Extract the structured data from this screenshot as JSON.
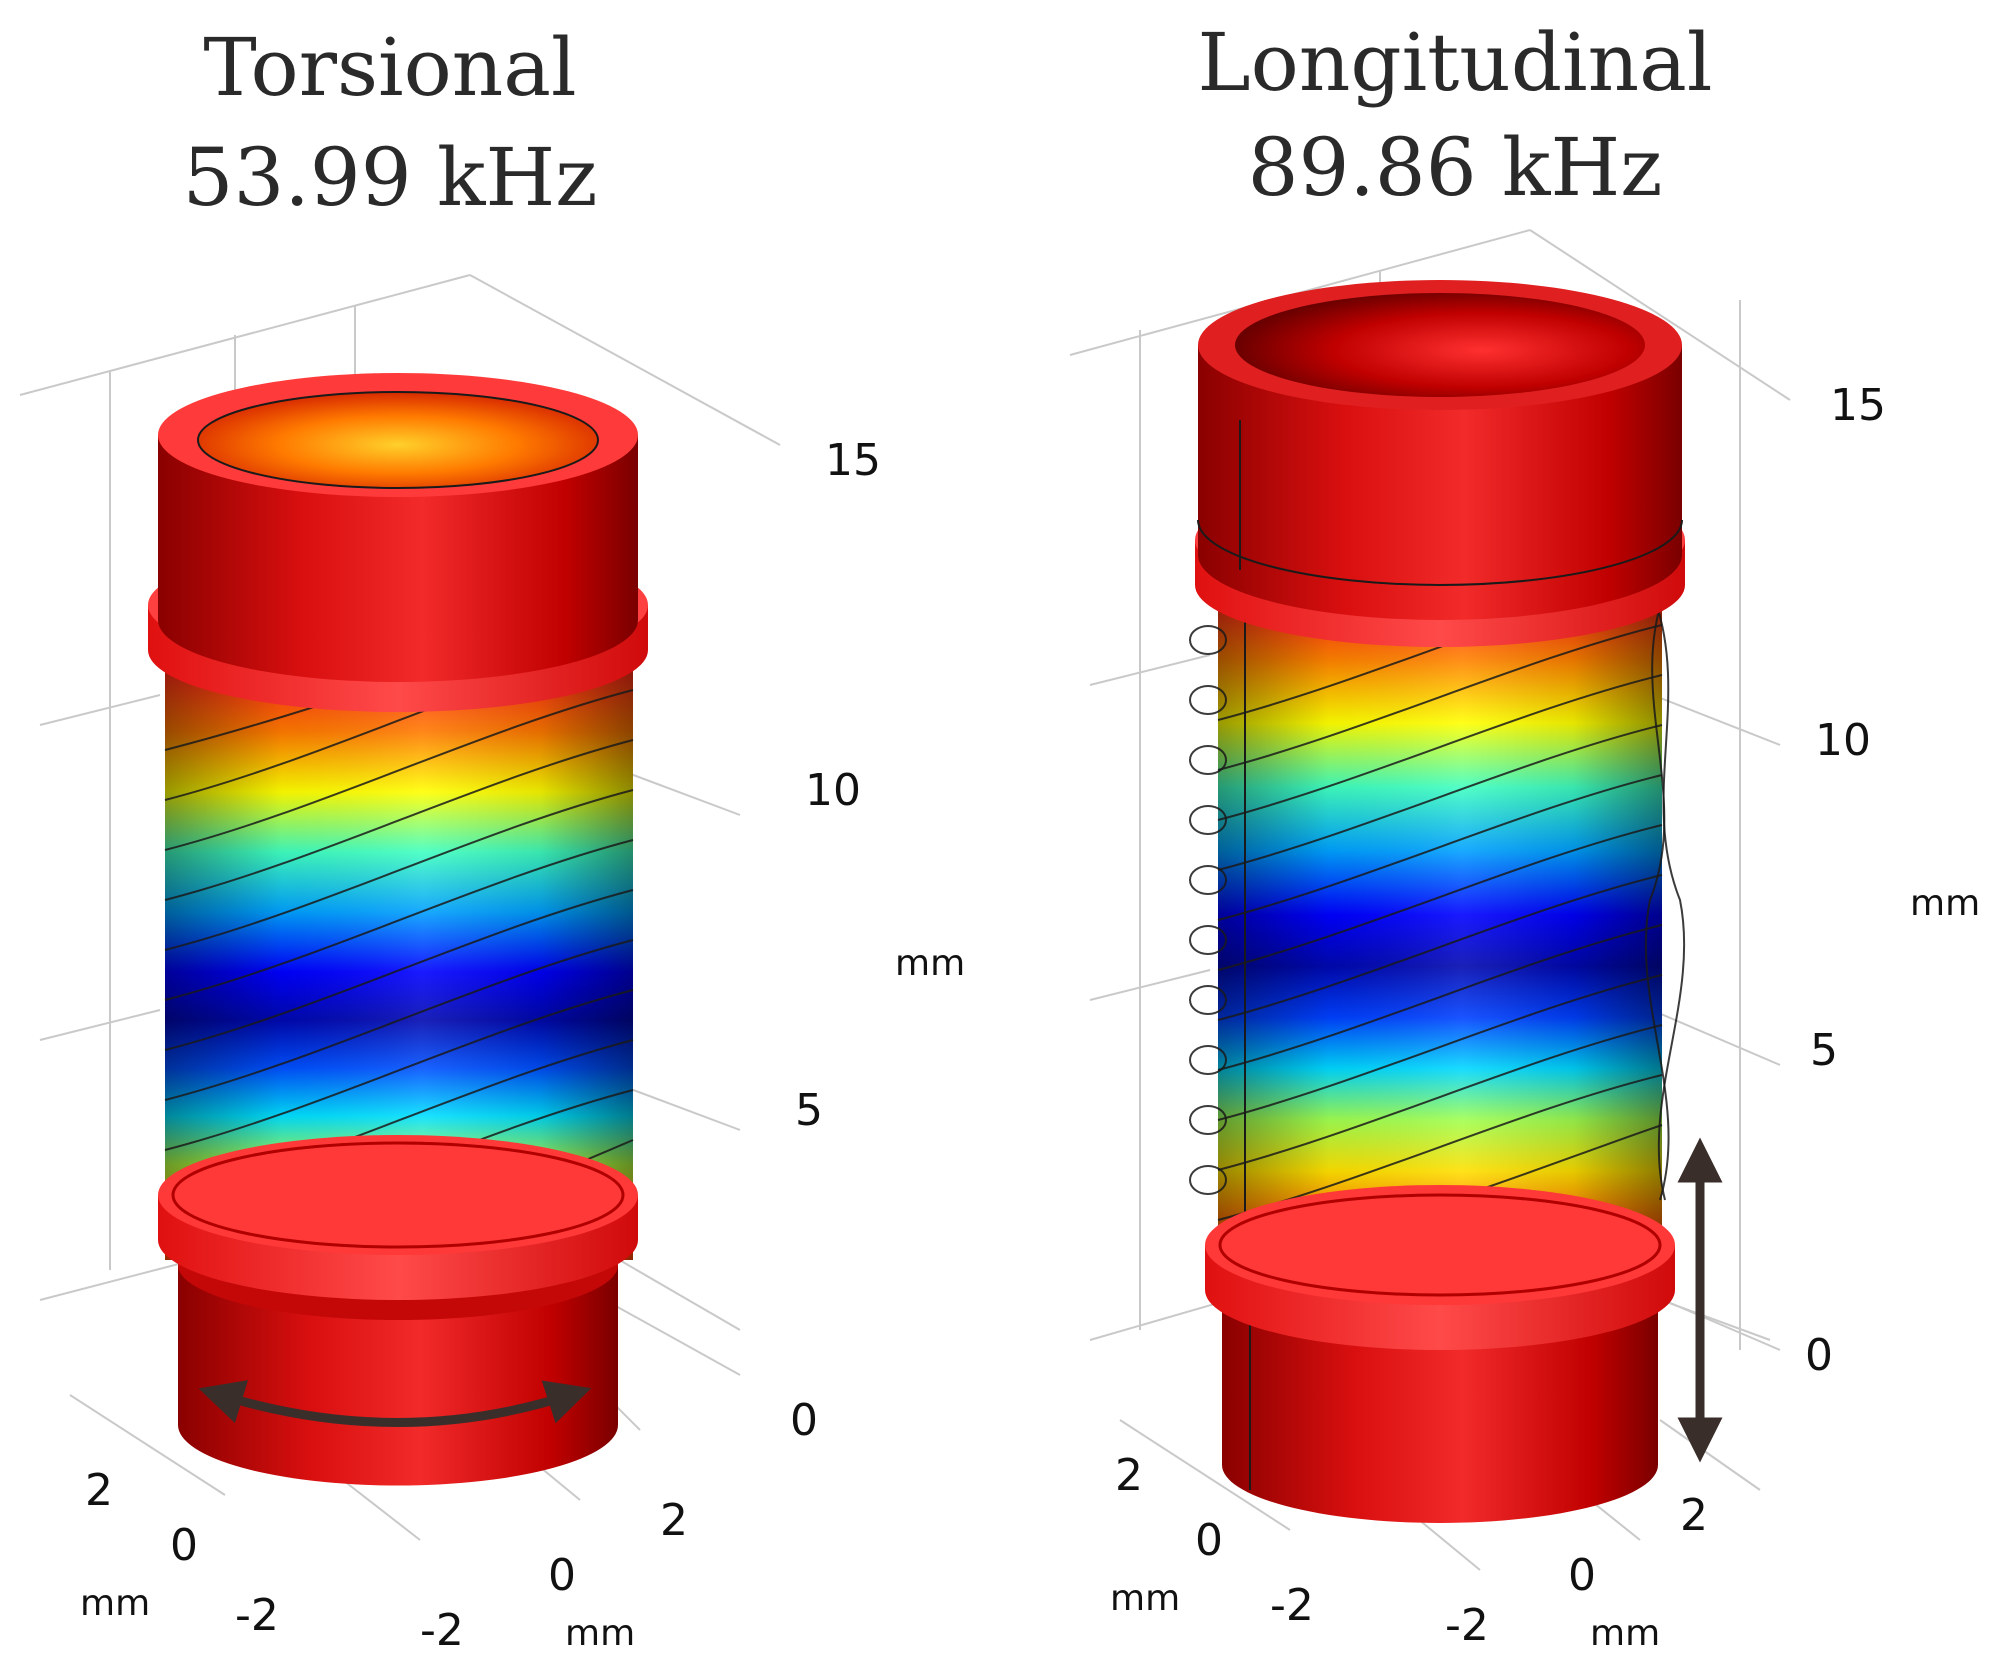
{
  "colors": {
    "arrow": "#3a2e2b",
    "grid": "#c9c9c9",
    "colormap": [
      "#00008f",
      "#0000ff",
      "#00c0ff",
      "#40ffc0",
      "#ffff00",
      "#ff9000",
      "#ff1a1a",
      "#a00000"
    ]
  },
  "panels": [
    {
      "mode": "Torsional",
      "frequency": "53.99 kHz",
      "z_ticks": [
        "15",
        "10",
        "5",
        "0"
      ],
      "z_unit": "mm",
      "x_ticks": [
        "2",
        "0",
        "-2"
      ],
      "x_unit": "mm",
      "y_ticks": [
        "2",
        "0",
        "-2"
      ],
      "y_unit": "mm",
      "arrow": "double-headed-curved"
    },
    {
      "mode": "Longitudinal",
      "frequency": "89.86 kHz",
      "z_ticks": [
        "15",
        "10",
        "5",
        "0"
      ],
      "z_unit": "mm",
      "x_ticks": [
        "2",
        "0",
        "-2"
      ],
      "x_unit": "mm",
      "y_ticks": [
        "2",
        "0",
        "-2"
      ],
      "y_unit": "mm",
      "arrow": "double-headed-vertical"
    }
  ]
}
